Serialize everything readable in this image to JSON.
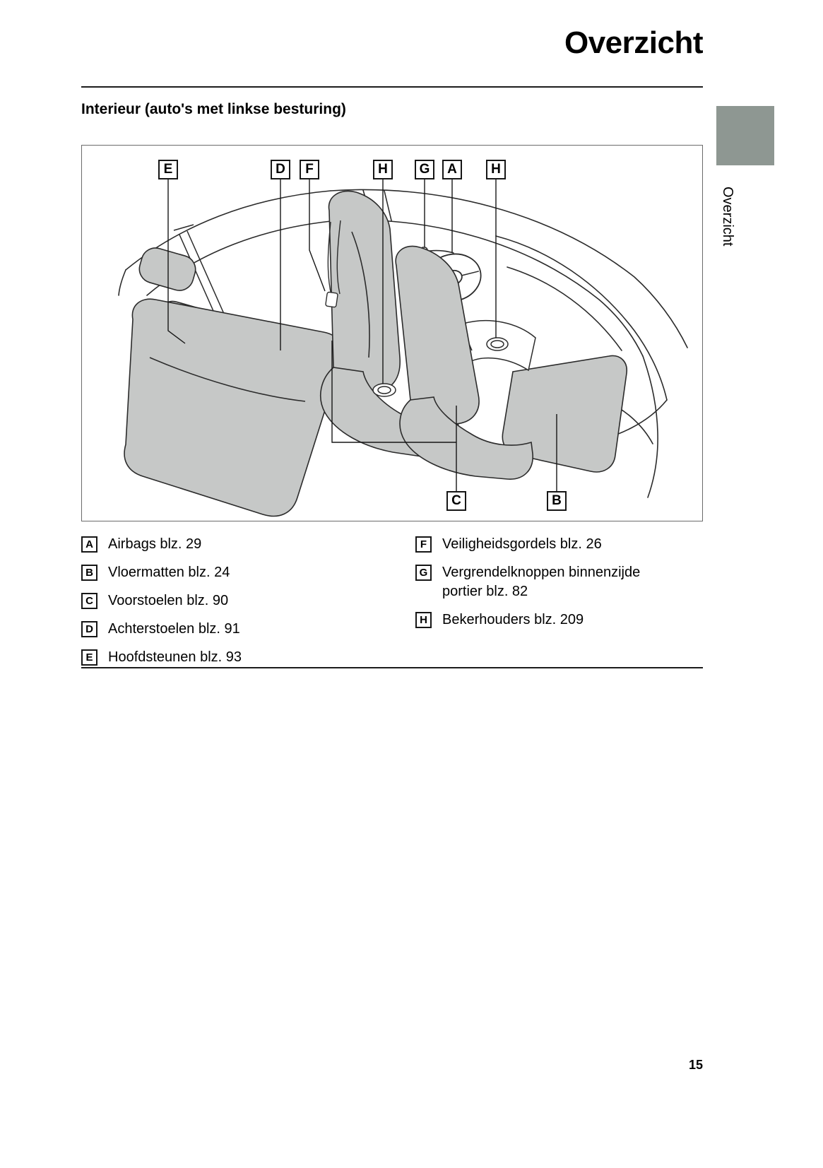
{
  "page": {
    "title": "Overzicht",
    "section_heading": "Interieur (auto's met linkse besturing)",
    "sidebar_tab": "Overzicht",
    "page_number": "15"
  },
  "diagram": {
    "top_labels": [
      "E",
      "D",
      "F",
      "H",
      "G",
      "A",
      "H"
    ],
    "bottom_labels": [
      "C",
      "B"
    ]
  },
  "legend": {
    "left": [
      {
        "key": "A",
        "text": "Airbags blz. 29"
      },
      {
        "key": "B",
        "text": "Vloermatten blz. 24"
      },
      {
        "key": "C",
        "text": "Voorstoelen blz. 90"
      },
      {
        "key": "D",
        "text": "Achterstoelen blz. 91"
      },
      {
        "key": "E",
        "text": "Hoofdsteunen blz. 93"
      }
    ],
    "right": [
      {
        "key": "F",
        "text": "Veiligheidsgordels blz. 26"
      },
      {
        "key": "G",
        "text": "Vergrendelknoppen binnenzijde portier blz. 82"
      },
      {
        "key": "H",
        "text": "Bekerhouders blz. 209"
      }
    ]
  },
  "colors": {
    "seat_fill": "#c6c8c7",
    "sidebar_square": "#8e9792",
    "line": "#2b2b2b"
  }
}
